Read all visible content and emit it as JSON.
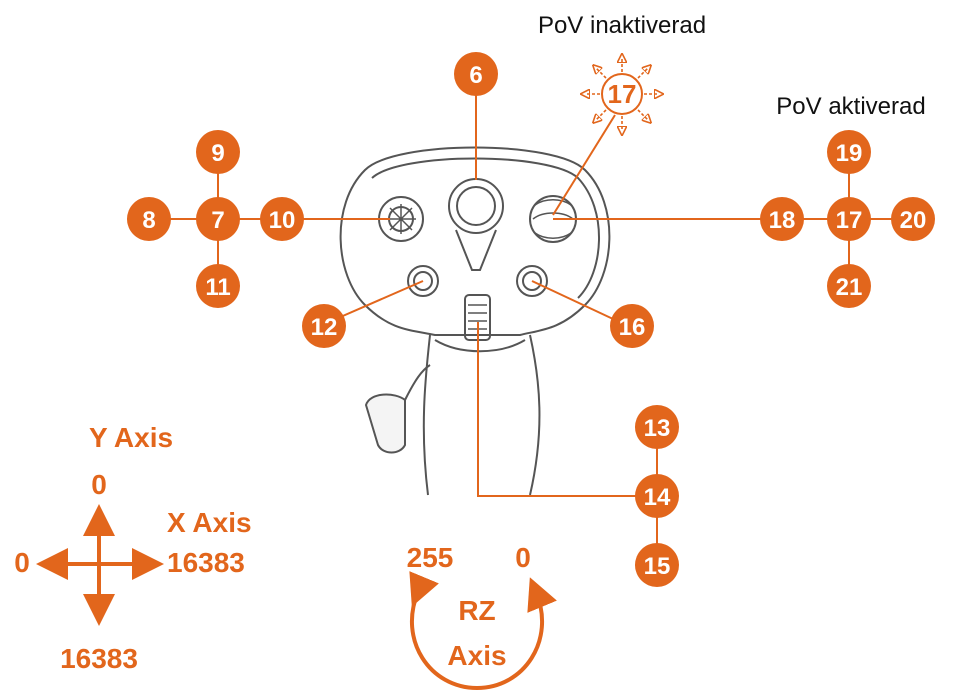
{
  "colors": {
    "accent": "#e2661c",
    "outline": "#555555",
    "text_dark": "#111111",
    "background": "#ffffff"
  },
  "captions": {
    "pov_inactive": "PoV inaktiverad",
    "pov_active": "PoV aktiverad"
  },
  "buttons": {
    "b6": "6",
    "b7": "7",
    "b8": "8",
    "b9": "9",
    "b10": "10",
    "b11": "11",
    "b12": "12",
    "b13": "13",
    "b14": "14",
    "b15": "15",
    "b16": "16",
    "b17_inactive": "17",
    "b17_active": "17",
    "b18": "18",
    "b19": "19",
    "b20": "20",
    "b21": "21"
  },
  "xy_axes": {
    "y_title": "Y Axis",
    "y_min": "0",
    "y_max": "16383",
    "x_title": "X Axis",
    "x_min": "0",
    "x_max": "16383"
  },
  "rz_axis": {
    "title_line1": "RZ",
    "title_line2": "Axis",
    "left_value": "255",
    "right_value": "0"
  }
}
